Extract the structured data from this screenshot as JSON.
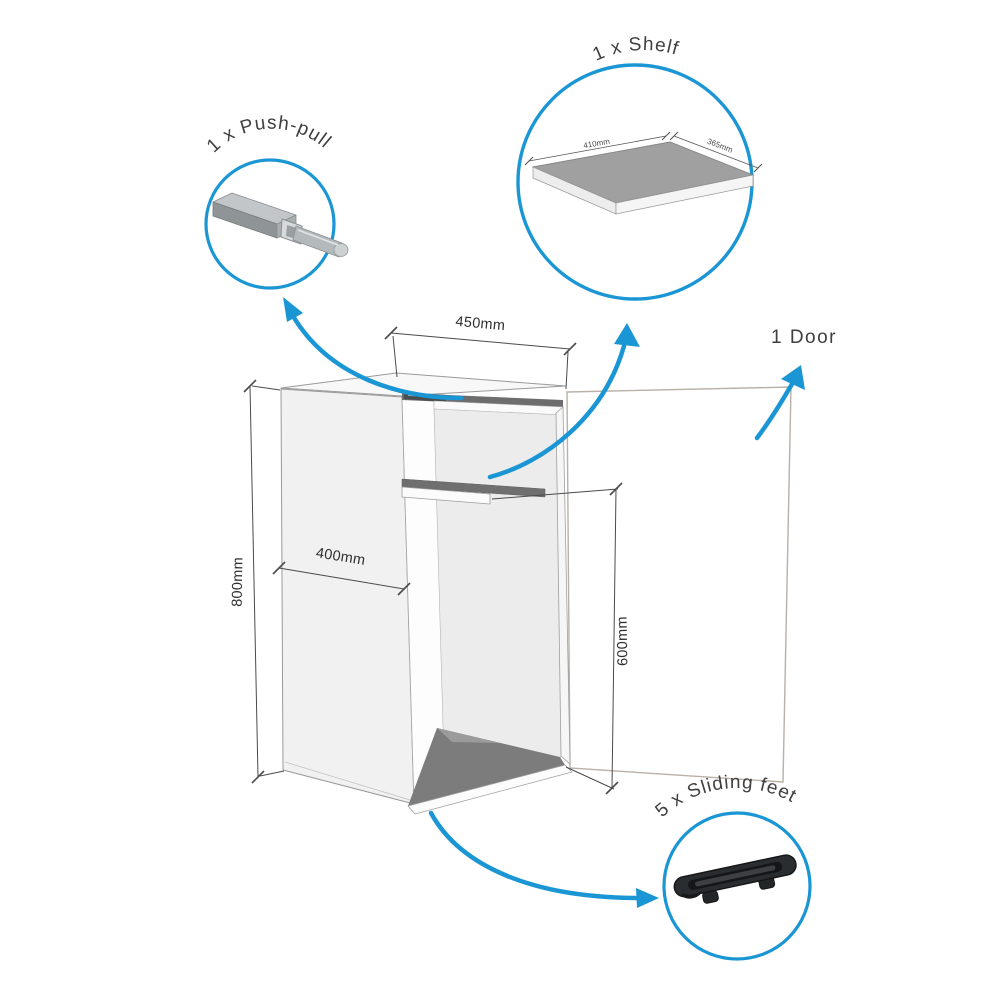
{
  "diagram": {
    "type": "furniture-carcass-assembly-diagram",
    "accent_color": "#1b96d4",
    "line_color": "#4a4a4a",
    "panel_color": "#f1f1f1",
    "dark_edge_color": "#6d6d6d"
  },
  "callouts": {
    "push_pull": {
      "label": "1 x Push-pull"
    },
    "shelf": {
      "label": "1 x Shelf",
      "width": "410mm",
      "depth": "365mm"
    },
    "door": {
      "label": "1 Door"
    },
    "sliding_feet": {
      "label": "5 x Sliding feet"
    }
  },
  "dimensions": {
    "overall_width": "450mm",
    "overall_height": "800mm",
    "internal_width": "400mm",
    "internal_height": "600mm"
  }
}
